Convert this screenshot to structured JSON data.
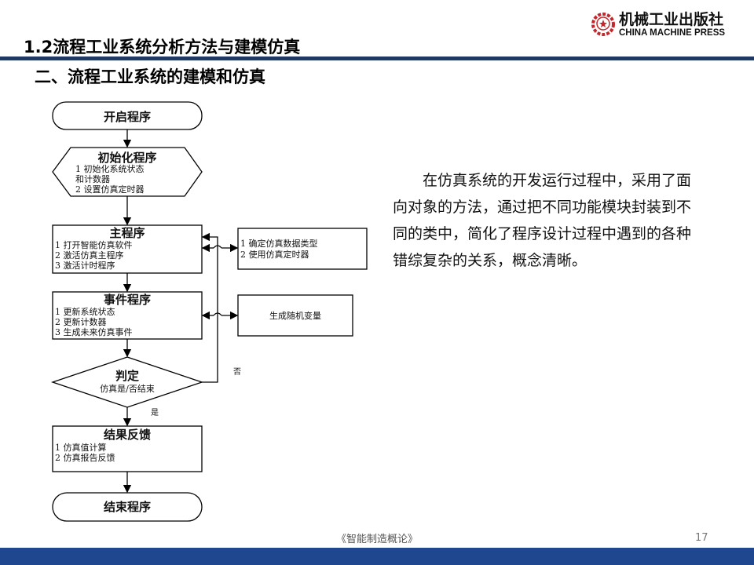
{
  "header": {
    "section_title": "1.2流程工业系统分析方法与建模仿真",
    "subtitle": "二、流程工业系统的建模和仿真"
  },
  "logo": {
    "cn": "机械工业出版社",
    "en": "CHINA MACHINE PRESS"
  },
  "flowchart": {
    "start": "开启程序",
    "init": {
      "title": "初始化程序",
      "lines": [
        "1 初始化系统状态",
        "和计数器",
        "2 设置仿真定时器"
      ]
    },
    "main": {
      "title": "主程序",
      "lines": [
        "1 打开智能仿真软件",
        "2 激活仿真主程序",
        "3 激活计时程序"
      ]
    },
    "side1": {
      "lines": [
        "1 确定仿真数据类型",
        "2 使用仿真定时器"
      ]
    },
    "event": {
      "title": "事件程序",
      "lines": [
        "1 更新系统状态",
        "2 更新计数器",
        "3 生成未来仿真事件"
      ]
    },
    "side2": "生成随机变量",
    "decision": {
      "title": "判定",
      "text": "仿真是/否结束"
    },
    "no": "否",
    "yes": "是",
    "result": {
      "title": "结果反馈",
      "lines": [
        "1 仿真值计算",
        "2 仿真报告反馈"
      ]
    },
    "end": "结束程序"
  },
  "paragraph": "在仿真系统的开发运行过程中，采用了面向对象的方法，通过把不同功能模块封装到不同的类中，简化了程序设计过程中遇到的各种错综复杂的关系，概念清晰。",
  "footer": {
    "book": "《智能制造概论》",
    "page": "17"
  }
}
